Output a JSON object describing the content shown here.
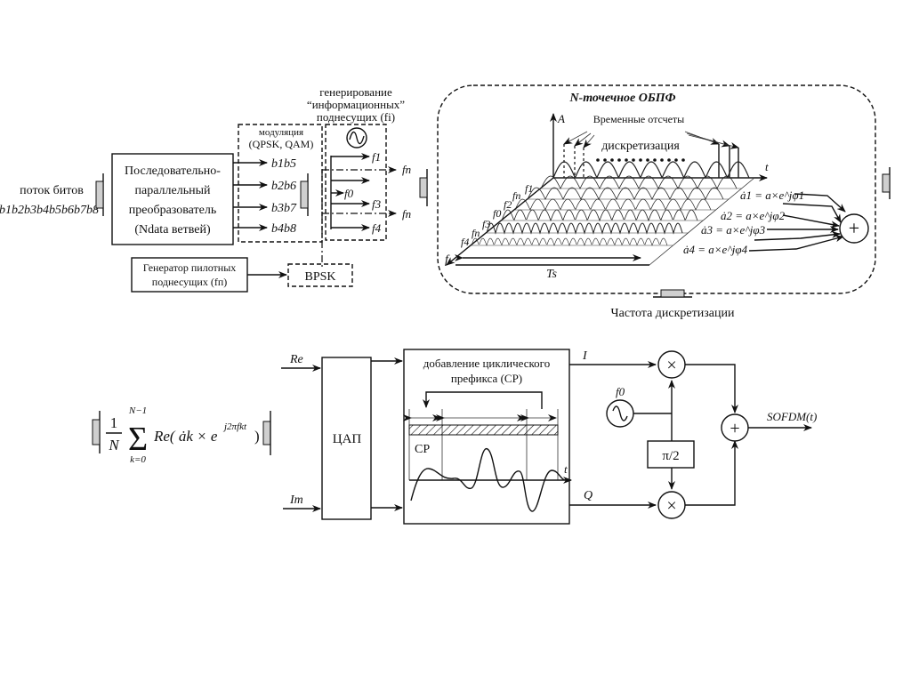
{
  "input": {
    "stream_label": "поток битов",
    "stream_bits": "b1b2b3b4b5b6b7b8"
  },
  "sp_converter": {
    "line1": "Последовательно-",
    "line2": "параллельный",
    "line3": "преобразователь",
    "line4": "(Ndata ветвей)"
  },
  "modulation": {
    "title": "модуляция",
    "subtitle": "(QPSK, QAM)",
    "outputs": [
      "b1b5",
      "b2b6",
      "b3b7",
      "b4b8"
    ]
  },
  "subcarrier_gen": {
    "title_line1": "генерирование",
    "title_line2": "“информационных”",
    "title_line3": "поднесущих (fi)",
    "labels": [
      "f1",
      "f0",
      "f3",
      "f4"
    ],
    "pilot_labels": [
      "fп",
      "fп"
    ]
  },
  "pilot": {
    "gen_line1": "Генератор пилотных",
    "gen_line2": "поднесущих (fп)",
    "bpsk": "BPSK"
  },
  "ifft": {
    "title": "N-точечное ОБПФ",
    "axis_a": "A",
    "axis_t": "t",
    "axis_f": "f",
    "time_samples": "Временные отсчеты",
    "sampling": "дискретизация",
    "period": "Ts",
    "freq_labels": [
      "f1",
      "fп",
      "f2",
      "f0",
      "f3",
      "fп",
      "f4"
    ],
    "coefficients": [
      "ȧ1 = a×e^jφ1",
      "ȧ2 = a×e^jφ2",
      "ȧ3 = a×e^jφ3",
      "ȧ4 = a×e^jφ4"
    ],
    "sum_symbol": "+",
    "sampling_freq": "Частота дискретизации"
  },
  "formula": {
    "frac_num": "1",
    "frac_den": "N",
    "sum_upper": "N−1",
    "sum_lower": "k=0",
    "body": "Re( ȧk × e",
    "exponent": "j2πfkt",
    "close": ")"
  },
  "dac": {
    "label": "ЦАП",
    "in_re": "Re",
    "in_im": "Im"
  },
  "cp": {
    "title_line1": "добавление циклического",
    "title_line2": "префикса (CP)",
    "cp_label": "CP",
    "axis_t": "t"
  },
  "iq": {
    "i_label": "I",
    "q_label": "Q",
    "osc_label": "f0",
    "phase": "π/2",
    "mult": "×",
    "sum": "+",
    "output": "SOFDM(t)"
  }
}
